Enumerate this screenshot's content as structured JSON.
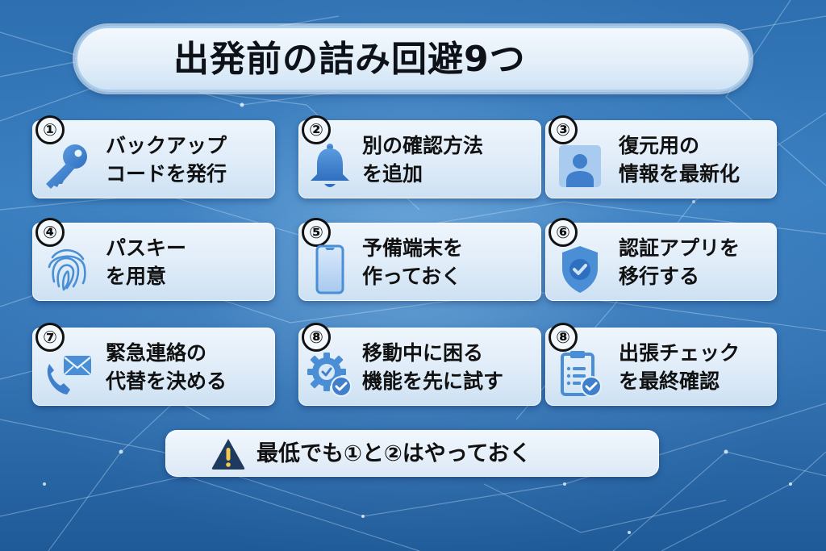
{
  "title": "出発前の詰み回避9つ",
  "colors": {
    "background": "#3575b5",
    "card": "#e4eff9",
    "icon_blue": "#3f7fcc",
    "text": "#111111",
    "warning_fill": "#1f3a5f",
    "warning_mark": "#f2c94c"
  },
  "cards": [
    {
      "number": "①",
      "icon": "key-icon",
      "line1": "バックアップ",
      "line2": "コードを発行"
    },
    {
      "number": "②",
      "icon": "bell-icon",
      "line1": "別の確認方法",
      "line2": "を追加"
    },
    {
      "number": "③",
      "icon": "user-profile-icon",
      "line1": "復元用の",
      "line2": "情報を最新化"
    },
    {
      "number": "④",
      "icon": "fingerprint-icon",
      "line1": "パスキー",
      "line2": "を用意"
    },
    {
      "number": "⑤",
      "icon": "smartphone-icon",
      "line1": "予備端末を",
      "line2": "作っておく"
    },
    {
      "number": "⑥",
      "icon": "shield-check-icon",
      "line1": "認証アプリを",
      "line2": "移行する"
    },
    {
      "number": "⑦",
      "icon": "phone-mail-icon",
      "line1": "緊急連絡の",
      "line2": "代替を決める"
    },
    {
      "number": "⑧",
      "icon": "gear-check-icon",
      "line1": "移動中に困る",
      "line2": "機能を先に試す"
    },
    {
      "number": "⑧",
      "icon": "clipboard-check-icon",
      "line1": "出張チェック",
      "line2": "を最終確認"
    }
  ],
  "footer": {
    "icon": "warning-icon",
    "text": "最低でも①と②はやっておく"
  }
}
